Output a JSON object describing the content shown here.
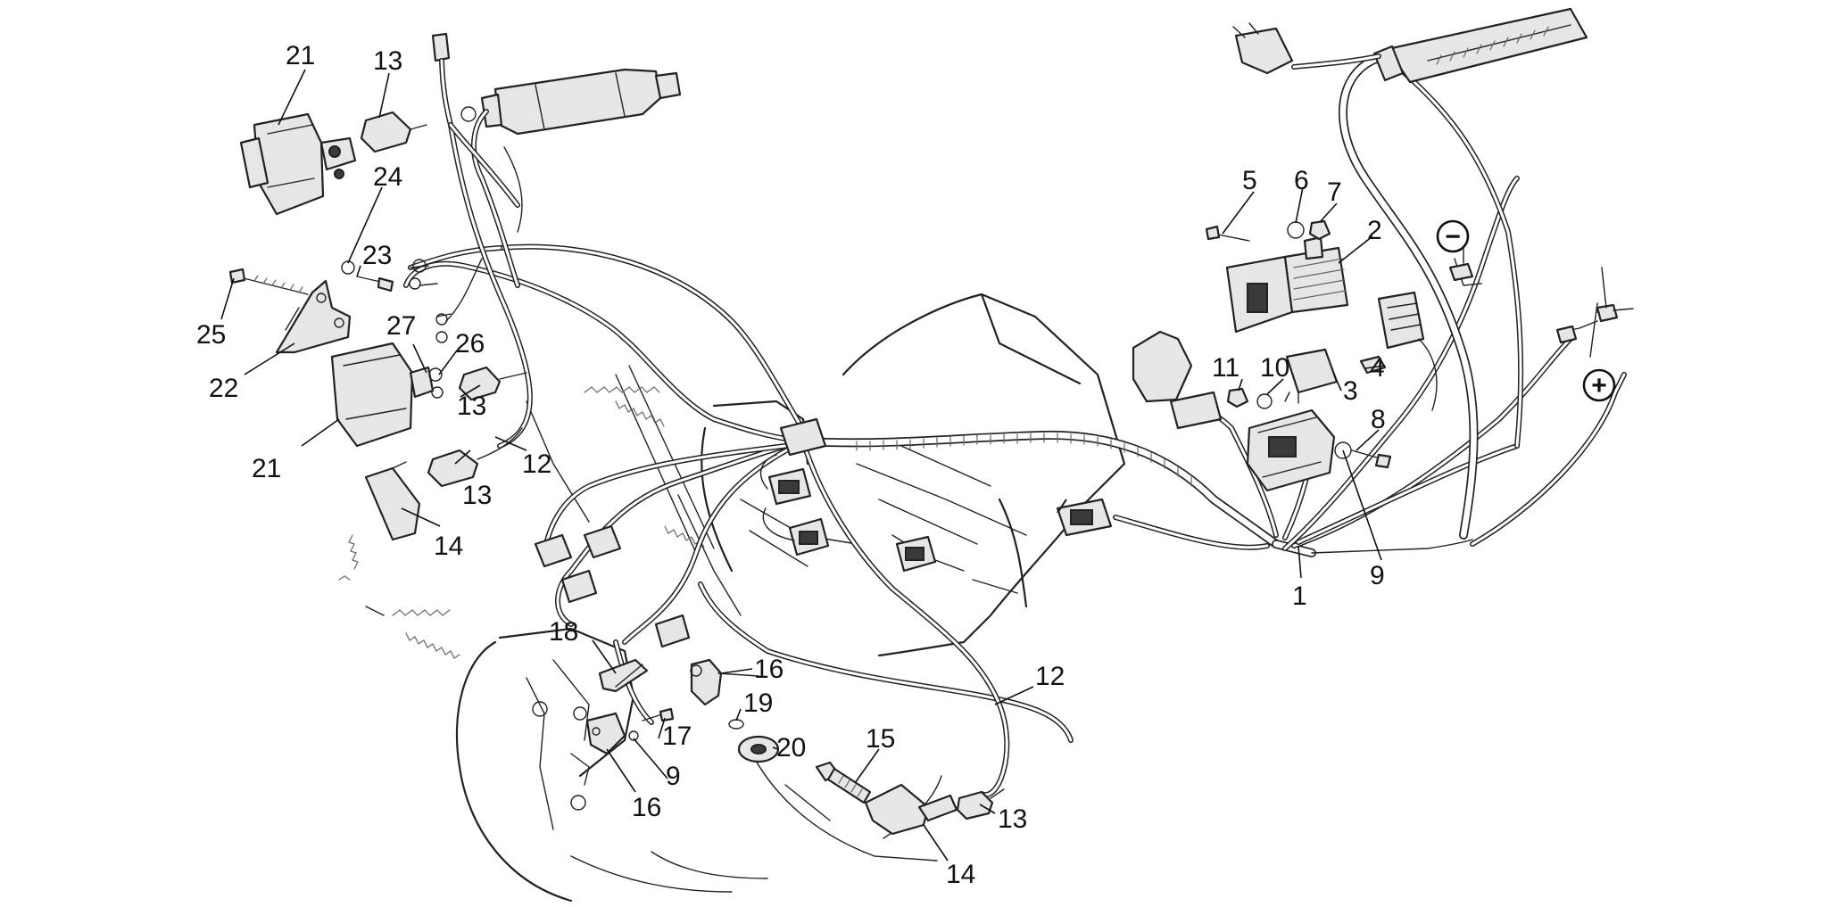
{
  "diagram": {
    "callouts": [
      {
        "id": "c1",
        "label": "21"
      },
      {
        "id": "c2",
        "label": "13"
      },
      {
        "id": "c3",
        "label": "24"
      },
      {
        "id": "c4",
        "label": "23"
      },
      {
        "id": "c5",
        "label": "25"
      },
      {
        "id": "c6",
        "label": "22"
      },
      {
        "id": "c7",
        "label": "27"
      },
      {
        "id": "c8",
        "label": "26"
      },
      {
        "id": "c9",
        "label": "13"
      },
      {
        "id": "c10",
        "label": "21"
      },
      {
        "id": "c11",
        "label": "13"
      },
      {
        "id": "c12",
        "label": "12"
      },
      {
        "id": "c13",
        "label": "14"
      },
      {
        "id": "c14",
        "label": "5"
      },
      {
        "id": "c15",
        "label": "6"
      },
      {
        "id": "c16",
        "label": "7"
      },
      {
        "id": "c17",
        "label": "2"
      },
      {
        "id": "c18",
        "label": "11"
      },
      {
        "id": "c19",
        "label": "10"
      },
      {
        "id": "c20",
        "label": "4"
      },
      {
        "id": "c21",
        "label": "3"
      },
      {
        "id": "c22",
        "label": "8"
      },
      {
        "id": "c23",
        "label": "9"
      },
      {
        "id": "c24",
        "label": "1"
      },
      {
        "id": "c25",
        "label": "18"
      },
      {
        "id": "c26",
        "label": "16"
      },
      {
        "id": "c27",
        "label": "19"
      },
      {
        "id": "c28",
        "label": "17"
      },
      {
        "id": "c29",
        "label": "20"
      },
      {
        "id": "c30",
        "label": "9"
      },
      {
        "id": "c31",
        "label": "16"
      },
      {
        "id": "c32",
        "label": "15"
      },
      {
        "id": "c33",
        "label": "12"
      },
      {
        "id": "c34",
        "label": "13"
      },
      {
        "id": "c35",
        "label": "14"
      }
    ],
    "terminals": {
      "negative": "−",
      "positive": "+"
    }
  }
}
